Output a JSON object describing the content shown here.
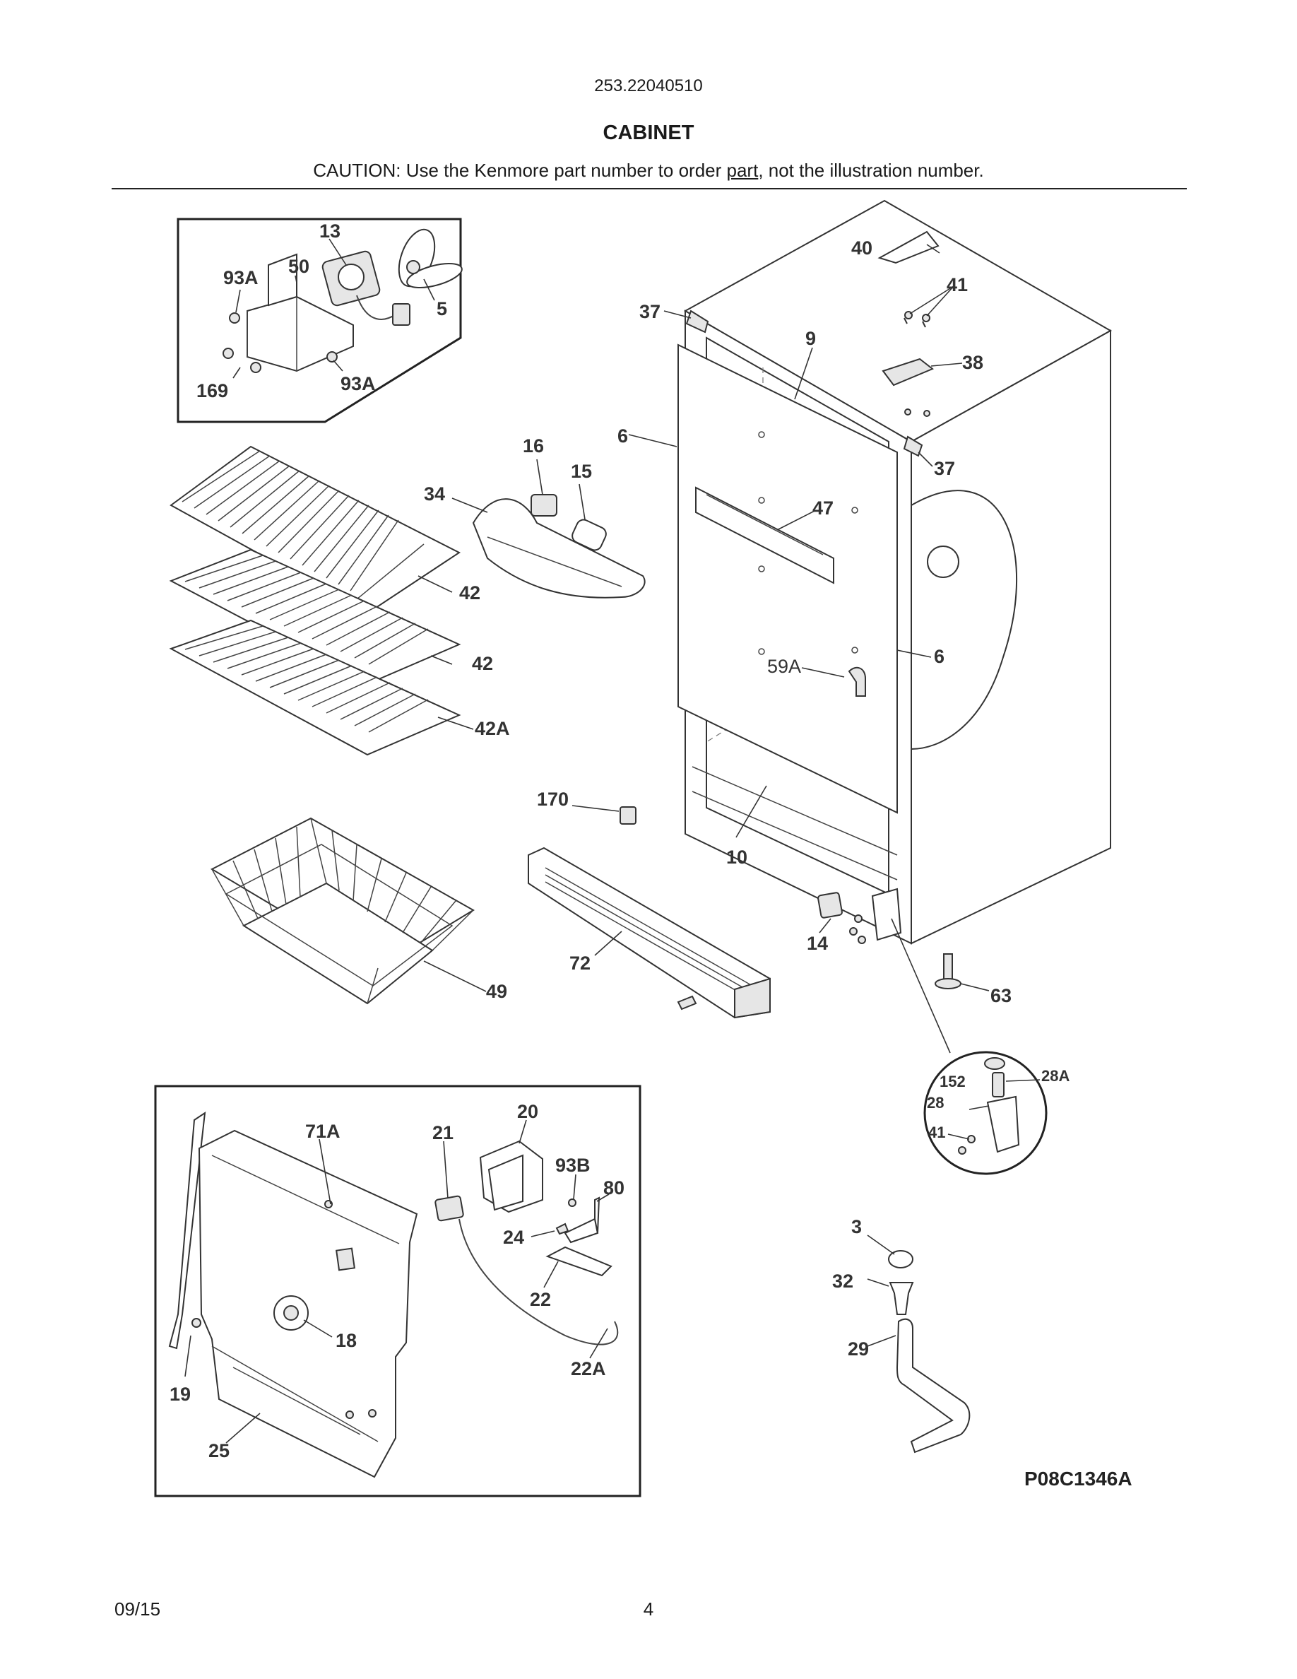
{
  "header": {
    "model_number": "253.22040510",
    "section_title": "CABINET",
    "caution_prefix": "CAUTION: Use the Kenmore part number to order ",
    "caution_link": "part",
    "caution_suffix": ", not the illustration number."
  },
  "diagram": {
    "figure_code": "P08C1346A",
    "labels": {
      "l13": "13",
      "l93A_a": "93A",
      "l50": "50",
      "l5": "5",
      "l169": "169",
      "l93A_b": "93A",
      "l16": "16",
      "l15": "15",
      "l34": "34",
      "l6_a": "6",
      "l37_a": "37",
      "l9": "9",
      "l40": "40",
      "l41": "41",
      "l38": "38",
      "l37_b": "37",
      "l47": "47",
      "l59A": "59A",
      "l6_b": "6",
      "l42_a": "42",
      "l42_b": "42",
      "l42A": "42A",
      "l170": "170",
      "l10": "10",
      "l72": "72",
      "l49": "49",
      "l14": "14",
      "l63": "63",
      "l152": "152",
      "l28A": "28A",
      "l28": "28",
      "l41_b": "41",
      "l71A": "71A",
      "l21": "21",
      "l20": "20",
      "l93B": "93B",
      "l80": "80",
      "l24": "24",
      "l22": "22",
      "l18": "18",
      "l22A": "22A",
      "l19": "19",
      "l25": "25",
      "l3": "3",
      "l32": "32",
      "l29": "29"
    }
  },
  "footer": {
    "date": "09/15",
    "page": "4"
  }
}
